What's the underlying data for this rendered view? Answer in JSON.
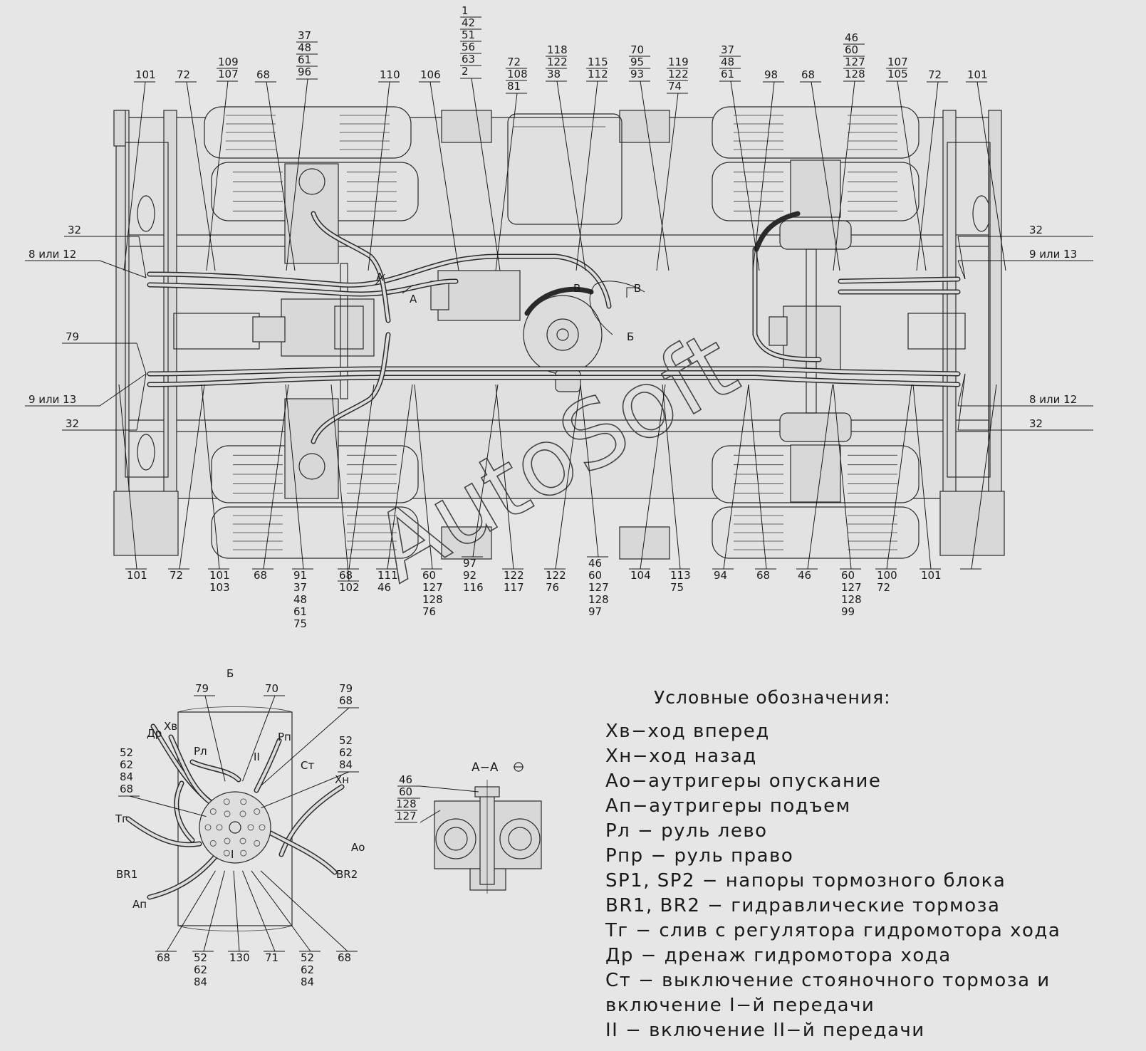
{
  "labels": {
    "top": [
      "101",
      "72",
      "109",
      "107",
      "68",
      "37",
      "48",
      "61",
      "96",
      "1",
      "42",
      "51",
      "56",
      "63",
      "2",
      "110",
      "106",
      "72",
      "108",
      "81",
      "118",
      "122",
      "38",
      "115",
      "112",
      "70",
      "95",
      "93",
      "119",
      "122",
      "74",
      "37",
      "48",
      "61",
      "98",
      "68",
      "46",
      "60",
      "127",
      "128",
      "107",
      "105",
      "72",
      "101"
    ],
    "bottom": [
      "101",
      "72",
      "101",
      "103",
      "68",
      "91",
      "37",
      "48",
      "61",
      "75",
      "68",
      "102",
      "111",
      "46",
      "60",
      "127",
      "128",
      "76",
      "97",
      "92",
      "116",
      "122",
      "117",
      "122",
      "76",
      "46",
      "60",
      "127",
      "128",
      "97",
      "104",
      "113",
      "75",
      "94",
      "68",
      "46",
      "60",
      "127",
      "128",
      "99",
      "100",
      "72",
      "101"
    ],
    "left": [
      "32",
      "8 или 12",
      "79",
      "9 или 13",
      "32"
    ],
    "right": [
      "32",
      "9 или 13",
      "8 или 12",
      "32"
    ],
    "section_marks": [
      "А",
      "А",
      "В",
      "В",
      "Б"
    ],
    "detail_b": {
      "title": "Б",
      "callouts": [
        "79",
        "70",
        "79",
        "68",
        "52",
        "62",
        "84",
        "68",
        "52",
        "62",
        "84",
        "68",
        "52",
        "62",
        "84",
        "130",
        "71",
        "52",
        "62",
        "84",
        "68"
      ],
      "ports": [
        "Др",
        "Хв",
        "Рл",
        "Рп",
        "Ст",
        "Хн",
        "Ао",
        "Тг",
        "ВR1",
        "BR2",
        "Ап",
        "II",
        "I"
      ]
    },
    "section_aa": {
      "title": "А−А",
      "callouts": [
        "46",
        "60",
        "128",
        "127"
      ]
    }
  },
  "legend": {
    "title": "Условные обозначения:",
    "items": [
      "Хв−ход вперед",
      "Хн−ход назад",
      "Ао−аутригеры опускание",
      "Ап−аутригеры подъем",
      "Рл − руль лево",
      "Рпр − руль право",
      "SP1, SP2 − напоры тормозного блока",
      "BR1, BR2 − гидравлические тормоза",
      "Тг − слив с регулятора гидромотора хода",
      "Др − дренаж гидромотора хода",
      "Ст − выключение стояночного тормоза и",
      "включение I−й передачи",
      "II − включение II−й передачи"
    ]
  },
  "watermark": "AutoSoft"
}
